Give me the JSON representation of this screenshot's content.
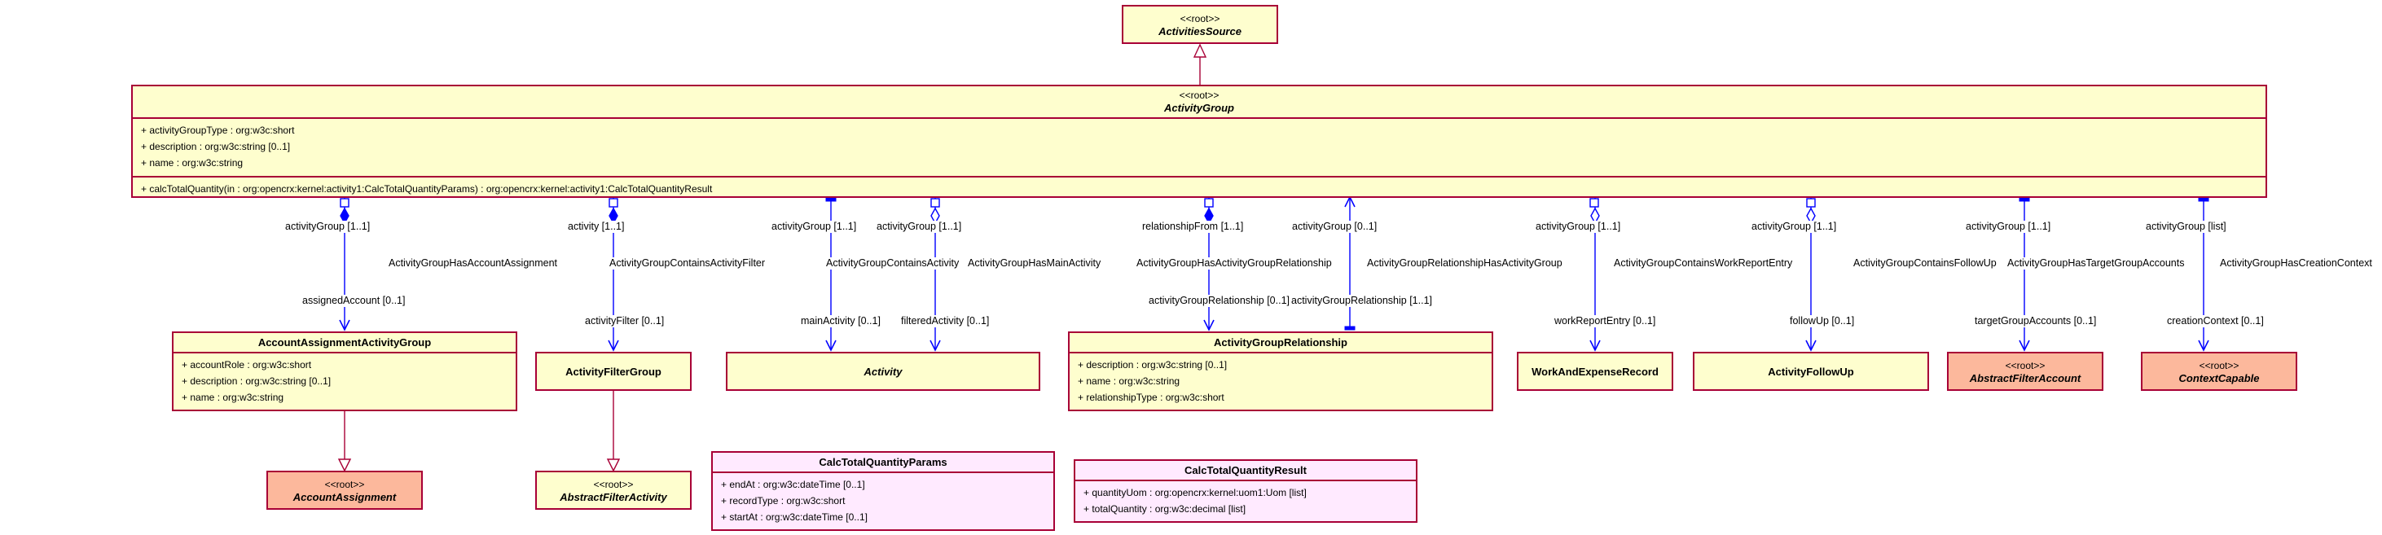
{
  "classes": {
    "activities_source": {
      "stereotype": "<<root>>",
      "name": "ActivitiesSource"
    },
    "activity_group": {
      "stereotype": "<<root>>",
      "name": "ActivityGroup",
      "attributes": [
        "+ activityGroupType : org:w3c:short",
        "+ description : org:w3c:string [0..1]",
        "+ name : org:w3c:string"
      ],
      "operations": [
        "+ calcTotalQuantity(in : org:opencrx:kernel:activity1:CalcTotalQuantityParams) : org:opencrx:kernel:activity1:CalcTotalQuantityResult"
      ]
    },
    "account_assignment_activity_group": {
      "name": "AccountAssignmentActivityGroup",
      "attributes": [
        "+ accountRole : org:w3c:short",
        "+ description : org:w3c:string [0..1]",
        "+ name : org:w3c:string"
      ]
    },
    "account_assignment": {
      "stereotype": "<<root>>",
      "name": "AccountAssignment"
    },
    "activity_filter_group": {
      "name": "ActivityFilterGroup"
    },
    "abstract_filter_activity": {
      "stereotype": "<<root>>",
      "name": "AbstractFilterActivity"
    },
    "activity": {
      "name": "Activity"
    },
    "activity_group_relationship": {
      "name": "ActivityGroupRelationship",
      "attributes": [
        "+ description : org:w3c:string [0..1]",
        "+ name : org:w3c:string",
        "+ relationshipType : org:w3c:short"
      ]
    },
    "work_and_expense_record": {
      "name": "WorkAndExpenseRecord"
    },
    "activity_follow_up": {
      "name": "ActivityFollowUp"
    },
    "abstract_filter_account": {
      "stereotype": "<<root>>",
      "name": "AbstractFilterAccount"
    },
    "context_capable": {
      "stereotype": "<<root>>",
      "name": "ContextCapable"
    },
    "calc_total_quantity_params": {
      "name": "CalcTotalQuantityParams",
      "attributes": [
        "+ endAt : org:w3c:dateTime [0..1]",
        "+ recordType : org:w3c:short",
        "+ startAt : org:w3c:dateTime [0..1]"
      ]
    },
    "calc_total_quantity_result": {
      "name": "CalcTotalQuantityResult",
      "attributes": [
        "+ quantityUom : org:opencrx:kernel:uom1:Uom [list]",
        "+ totalQuantity : org:w3c:decimal [list]"
      ]
    }
  },
  "associations": {
    "account_assignment": {
      "name": "ActivityGroupHasAccountAssignment",
      "source_role": "activityGroup [1..1]",
      "target_role": "assignedAccount [0..1]"
    },
    "activity_filter": {
      "name": "ActivityGroupContainsActivityFilter",
      "source_role": "activity [1..1]",
      "target_role": "activityFilter [0..1]"
    },
    "contains_activity": {
      "name": "ActivityGroupContainsActivity",
      "source_role": "activityGroup [1..1]",
      "target_role": "mainActivity [0..1]"
    },
    "main_activity": {
      "name": "ActivityGroupHasMainActivity",
      "source_role": "activityGroup [1..1]",
      "target_role": "filteredActivity [0..1]"
    },
    "has_relationship": {
      "name": "ActivityGroupHasActivityGroupRelationship",
      "source_role": "relationshipFrom [1..1]",
      "target_role": "activityGroupRelationship [0..1]"
    },
    "relationship_has_group": {
      "name": "ActivityGroupRelationshipHasActivityGroup",
      "source_role": "activityGroup [0..1]",
      "target_role": "activityGroupRelationship [1..1]"
    },
    "work_report": {
      "name": "ActivityGroupContainsWorkReportEntry",
      "source_role": "activityGroup [1..1]",
      "target_role": "workReportEntry [0..1]"
    },
    "follow_up": {
      "name": "ActivityGroupContainsFollowUp",
      "source_role": "activityGroup [1..1]",
      "target_role": "followUp [0..1]"
    },
    "target_group_accounts": {
      "name": "ActivityGroupHasTargetGroupAccounts",
      "source_role": "activityGroup [1..1]",
      "target_role": "targetGroupAccounts [0..1]"
    },
    "creation_context": {
      "name": "ActivityGroupHasCreationContext",
      "source_role": "activityGroup [list]",
      "target_role": "creationContext [0..1]"
    }
  },
  "colors": {
    "class_fill": "#fefece",
    "param_fill": "#ffeaff",
    "root_fill": "#fcb89c",
    "border": "#a80036",
    "assoc_line": "#0000ff"
  }
}
